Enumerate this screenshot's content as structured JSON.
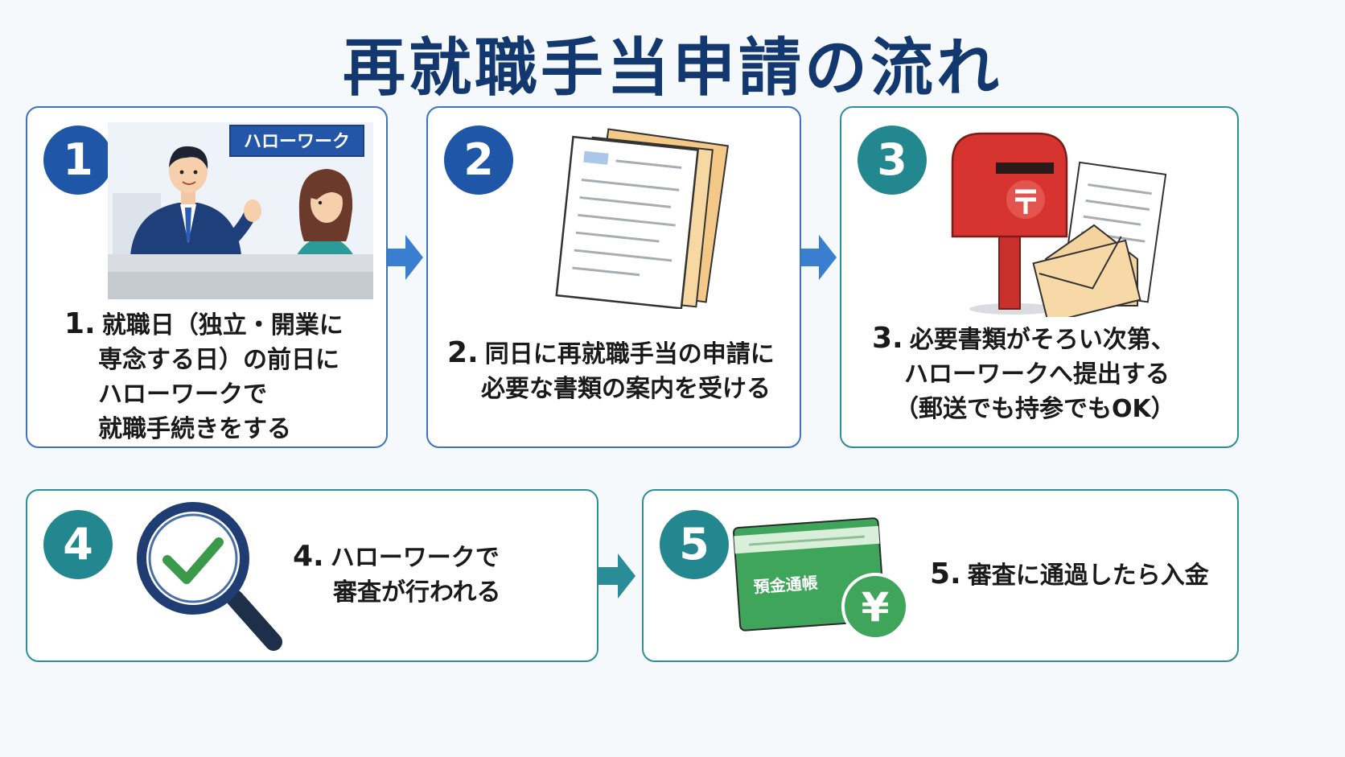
{
  "title": "再就職手当申請の流れ",
  "steps": [
    {
      "number": "1",
      "sign_label": "ハローワーク",
      "index_label": "1.",
      "lines": [
        "就職日（独立・開業に",
        "専念する日）の前日に",
        "ハローワークで",
        "就職手続きをする"
      ]
    },
    {
      "number": "2",
      "index_label": "2.",
      "lines": [
        "同日に再就職手当の申請に",
        "必要な書類の案内を受ける"
      ]
    },
    {
      "number": "3",
      "index_label": "3.",
      "lines": [
        "必要書類がそろい次第、",
        "ハローワークへ提出する",
        "（郵送でも持参でもOK）"
      ]
    },
    {
      "number": "4",
      "index_label": "4.",
      "lines": [
        "ハローワークで",
        "審査が行われる"
      ]
    },
    {
      "number": "5",
      "passbook_label": "預金通帳",
      "yen_symbol": "¥",
      "index_label": "5.",
      "lines": [
        "審査に通過したら入金"
      ]
    }
  ],
  "colors": {
    "title": "#12386f",
    "blue_border": "#3f72bf",
    "teal_border": "#2c8f98",
    "blue_badge": "#1f56a8",
    "teal_badge": "#22878e",
    "arrow_blue": "#3a7fcf",
    "arrow_teal": "#2a8c96"
  }
}
